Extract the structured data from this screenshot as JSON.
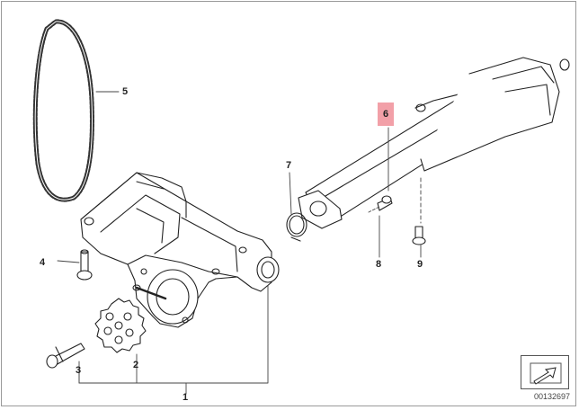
{
  "diagram": {
    "callouts": [
      {
        "id": "p1",
        "label": "1"
      },
      {
        "id": "p2",
        "label": "2"
      },
      {
        "id": "p3",
        "label": "3"
      },
      {
        "id": "p4",
        "label": "4"
      },
      {
        "id": "p5",
        "label": "5"
      },
      {
        "id": "p6",
        "label": "6",
        "highlighted": true,
        "highlight_color": "#f2a0a8"
      },
      {
        "id": "p7",
        "label": "7"
      },
      {
        "id": "p8",
        "label": "8"
      },
      {
        "id": "p9",
        "label": "9"
      }
    ],
    "doc_id": "00132697",
    "nav_icon": "arrow-icon"
  }
}
